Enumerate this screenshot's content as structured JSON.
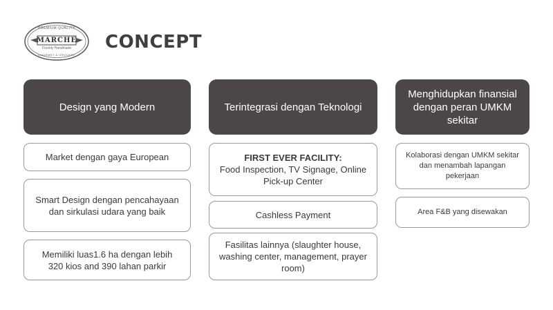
{
  "logo": {
    "brand": "MARCHE",
    "top_text": "PREMIUM QUALITY",
    "bottom_text": "GOURMET & GROCERY",
    "script_text": "Freshly Handmade"
  },
  "title": "CONCEPT",
  "columns": [
    {
      "header": "Design yang Modern",
      "cards": [
        "Market dengan gaya European",
        "Smart Design dengan pencahayaan dan sirkulasi udara yang baik",
        "Memiliki luas1.6 ha dengan lebih 320 kios and 390 lahan parkir"
      ]
    },
    {
      "header": "Terintegrasi dengan Teknologi",
      "cards": [
        {
          "heading": "FIRST EVER FACILITY:",
          "body": "Food Inspection, TV Signage, Online Pick-up Center"
        },
        "Cashless Payment",
        "Fasilitas lainnya (slaughter house, washing center, management, prayer room)"
      ]
    },
    {
      "header": "Menghidupkan finansial dengan peran UMKM sekitar",
      "cards": [
        "Kolaborasi dengan UMKM sekitar dan menambah lapangan pekerjaan",
        "Area F&B yang disewakan"
      ]
    }
  ]
}
